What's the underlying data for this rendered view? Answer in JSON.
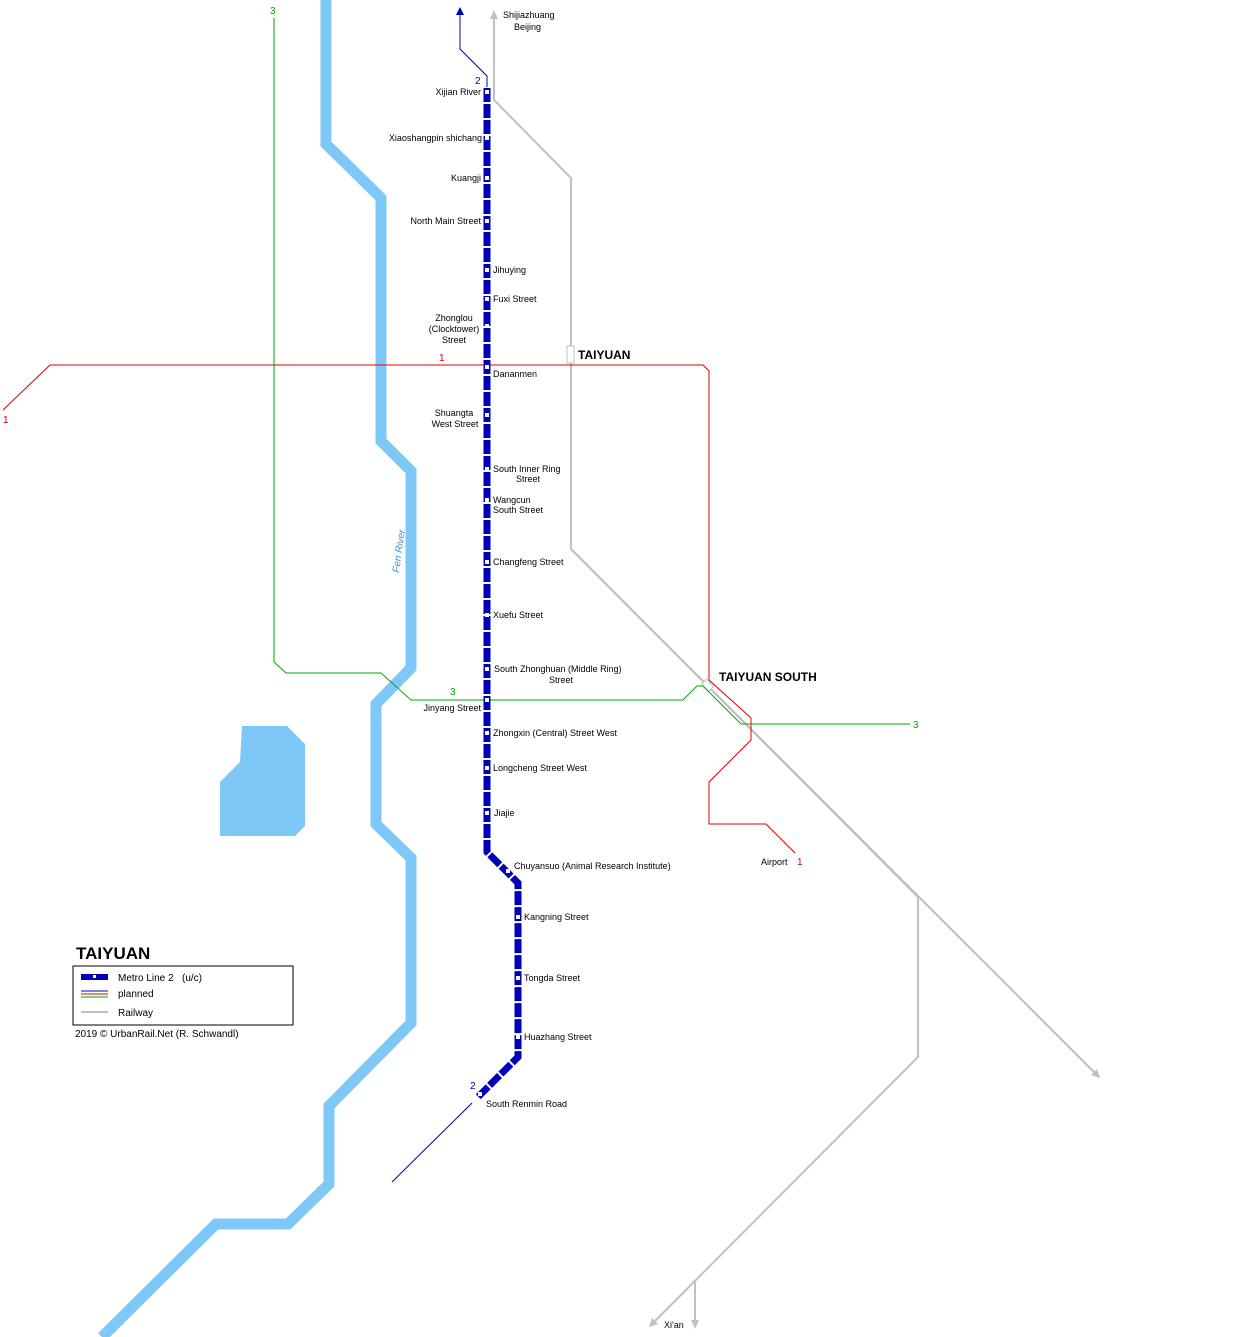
{
  "colors": {
    "metro": "#0000bb",
    "line1": "#dd0000",
    "line3": "#00aa00",
    "railway": "#c0c0c0",
    "water": "#7ec8f8",
    "river_label": "#3399cc"
  },
  "title": "TAIYUAN",
  "credit": "2019 © UrbanRail.Net (R. Schwandl)",
  "legend": {
    "metro": "Metro Line 2",
    "metro_note": "(u/c)",
    "planned": "planned",
    "railway": "Railway"
  },
  "river": "Fen River",
  "railway_labels": {
    "north_1": "Shijiazhuang",
    "north_2": "Beijing",
    "south": "Xi'an",
    "taiyuan": "TAIYUAN",
    "taiyuan_south": "TAIYUAN SOUTH"
  },
  "line_numbers": {
    "l2_north": "2",
    "l2_south": "2",
    "l1_west": "1",
    "l1_mid": "1",
    "l1_airport": "1",
    "l3_north": "3",
    "l3_mid": "3",
    "l3_east": "3"
  },
  "airport": "Airport",
  "stations": {
    "s1": "Xijian River",
    "s2": "Xiaoshangpin shichang",
    "s3": "Kuangji",
    "s4": "North Main Street",
    "s5": "Jihuying",
    "s6": "Fuxi Street",
    "s7a": "Zhonglou",
    "s7b": "(Clocktower)",
    "s7c": "Street",
    "s8": "Dananmen",
    "s9a": "Shuangta",
    "s9b": "West Street",
    "s10a": "South Inner Ring",
    "s10b": "Street",
    "s11a": "Wangcun",
    "s11b": "South Street",
    "s12": "Changfeng Street",
    "s13": "Xuefu Street",
    "s14a": "South Zhonghuan (Middle Ring)",
    "s14b": "Street",
    "s15": "Jinyang Street",
    "s16": "Zhongxin (Central) Street West",
    "s17": "Longcheng Street West",
    "s18": "Jiajie",
    "s19": "Chuyansuo (Animal Research Institute)",
    "s20": "Kangning Street",
    "s21": "Tongda Street",
    "s22": "Huazhang Street",
    "s23": "South Renmin Road"
  }
}
